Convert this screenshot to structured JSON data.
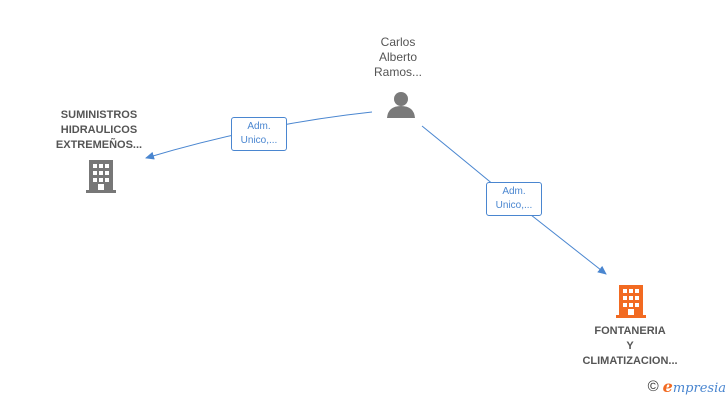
{
  "colors": {
    "edge": "#4a86d0",
    "person_icon": "#7a7a7a",
    "company_icon_gray": "#777777",
    "company_icon_orange": "#f26a21"
  },
  "nodes": {
    "person": {
      "lines": [
        "Carlos",
        "Alberto",
        "Ramos..."
      ],
      "icon": "person-icon"
    },
    "company_left": {
      "lines": [
        "SUMINISTROS",
        "HIDRAULICOS",
        "EXTREMEÑOS..."
      ],
      "icon": "building-icon"
    },
    "company_bottom": {
      "lines": [
        "FONTANERIA",
        "Y",
        "CLIMATIZACION..."
      ],
      "icon": "building-icon"
    }
  },
  "edges": {
    "to_left": {
      "lines": [
        "Adm.",
        "Unico,..."
      ]
    },
    "to_bottom": {
      "lines": [
        "Adm.",
        "Unico,..."
      ]
    }
  },
  "watermark": {
    "copyright": "©",
    "brand_initial": "e",
    "brand_rest": "mpresia"
  }
}
